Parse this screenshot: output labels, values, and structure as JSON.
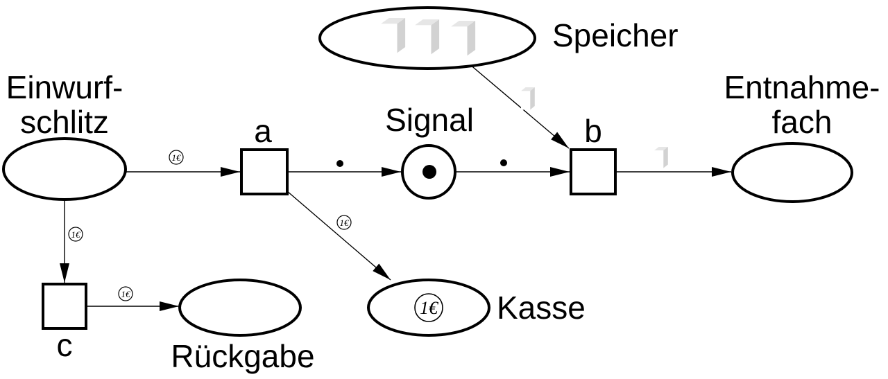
{
  "places": {
    "einwurf": {
      "label_line1": "Einwurf-",
      "label_line2": "schlitz"
    },
    "signal": {
      "label": "Signal"
    },
    "speicher": {
      "label": "Speicher"
    },
    "entnahme": {
      "label_line1": "Entnahme-",
      "label_line2": "fach"
    },
    "kasse": {
      "label": "Kasse"
    },
    "rueckgabe": {
      "label": "Rückgabe"
    }
  },
  "transitions": {
    "a": {
      "label": "a"
    },
    "b": {
      "label": "b"
    },
    "c": {
      "label": "c"
    }
  },
  "token": {
    "coin_text": "1€"
  },
  "icons": {
    "coin": "coin-1-euro-icon",
    "product": "product-cube-icon",
    "signal_token": "black-dot-token"
  }
}
